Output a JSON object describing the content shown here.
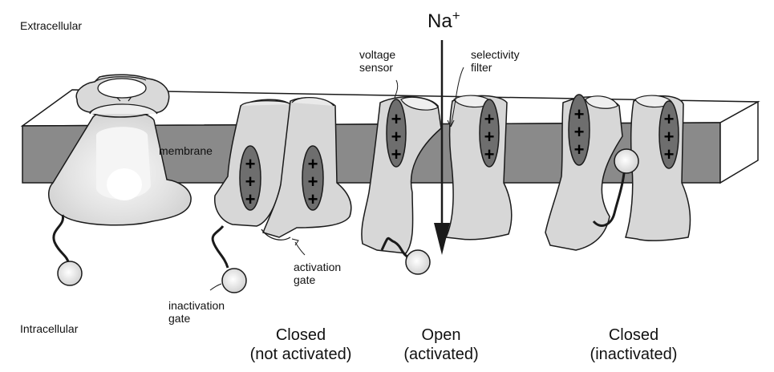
{
  "labels": {
    "extracellular": "Extracellular",
    "intracellular": "Intracellular",
    "membrane": "membrane",
    "voltage_sensor": [
      "voltage",
      "sensor"
    ],
    "selectivity_filter": [
      "selectivity",
      "filter"
    ],
    "activation_gate": [
      "activation",
      "gate"
    ],
    "inactivation_gate": [
      "inactivation",
      "gate"
    ],
    "ion": "Na",
    "ion_charge": "+"
  },
  "states": [
    {
      "line1": "Closed",
      "line2": "(not activated)"
    },
    {
      "line1": "Open",
      "line2": "(activated)"
    },
    {
      "line1": "Closed",
      "line2": "(inactivated)"
    }
  ],
  "sensor_charge_symbol": "+",
  "colors": {
    "membrane": "#8a8a8a",
    "membrane_top": "#ffffff",
    "protein": "#d7d7d7",
    "protein_light": "#eeeeee",
    "sensor": "#6e6e6e",
    "ball": "#e0e0e0",
    "outline": "#1a1a1a"
  }
}
